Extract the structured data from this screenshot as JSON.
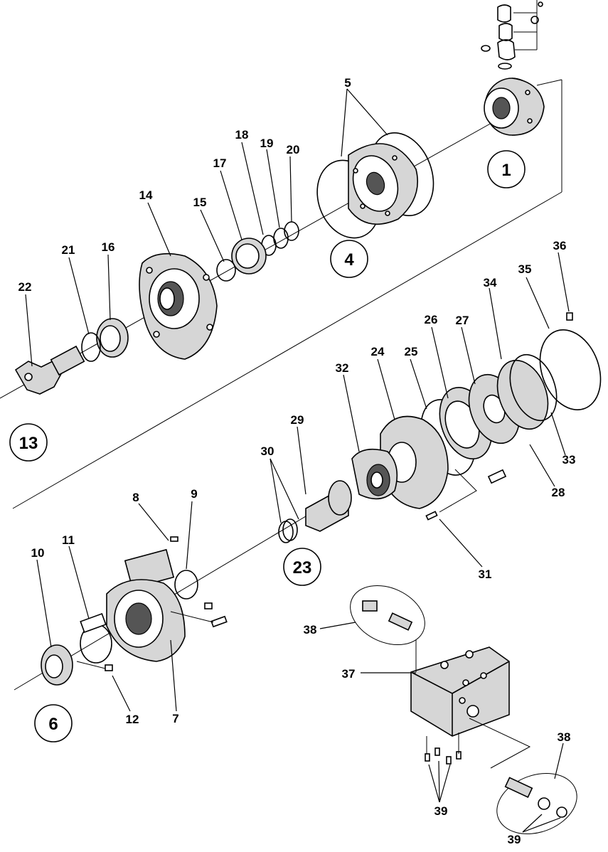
{
  "part_numbers": {
    "p1": "1",
    "p4": "4",
    "p5": "5",
    "p6": "6",
    "p7": "7",
    "p8": "8",
    "p9": "9",
    "p10": "10",
    "p11": "11",
    "p12": "12",
    "p13": "13",
    "p14": "14",
    "p15": "15",
    "p16": "16",
    "p17": "17",
    "p18": "18",
    "p19": "19",
    "p20": "20",
    "p21": "21",
    "p22": "22",
    "p23": "23",
    "p24": "24",
    "p25": "25",
    "p26": "26",
    "p27": "27",
    "p28": "28",
    "p29": "29",
    "p30": "30",
    "p31": "31",
    "p32": "32",
    "p33": "33",
    "p34": "34",
    "p35": "35",
    "p36": "36",
    "p37": "37",
    "p38": "38",
    "p39": "39"
  }
}
